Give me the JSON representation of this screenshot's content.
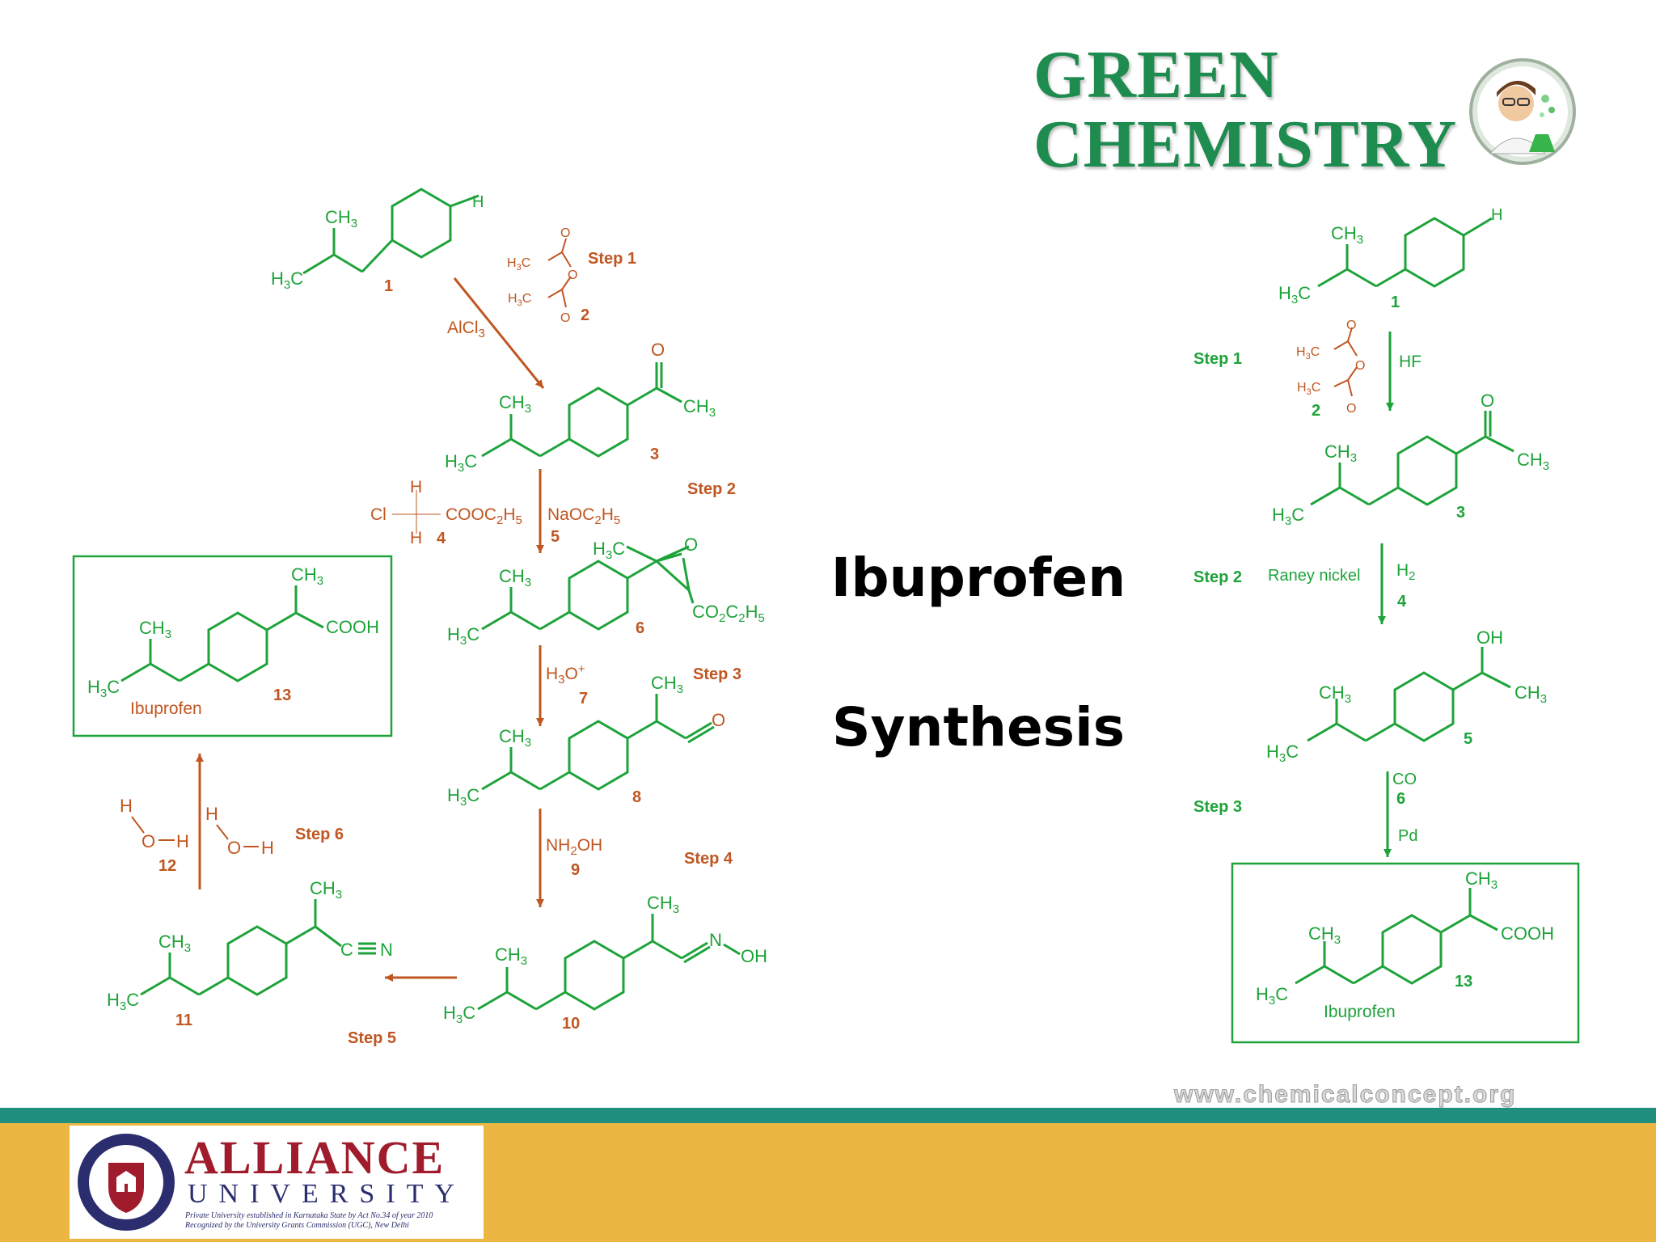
{
  "brand": {
    "line1": "GREEN",
    "line2": "CHEMISTRY"
  },
  "slide_title": {
    "line1": "Ibuprofen",
    "line2": "Synthesis"
  },
  "watermark": "www.chemicalconcept.org",
  "university": {
    "name": "ALLIANCE",
    "sub": "UNIVERSITY",
    "note1": "Private University established in Karnataka State by Act No.34 of year 2010",
    "note2": "Recognized by the University Grants Commission (UGC), New Delhi"
  },
  "labels": {
    "step1": "Step 1",
    "step2": "Step 2",
    "step3": "Step 3",
    "step4": "Step 4",
    "step5": "Step 5",
    "step6": "Step 6",
    "n1": "1",
    "n2": "2",
    "n3": "3",
    "n4": "4",
    "n5": "5",
    "n6": "6",
    "n7": "7",
    "n8": "8",
    "n9": "9",
    "n10": "10",
    "n11": "11",
    "n12": "12",
    "n13": "13",
    "ibuprofen": "Ibuprofen",
    "H": "H",
    "O": "O",
    "OH": "OH",
    "N": "N",
    "Cl": "Cl",
    "COOH": "COOH",
    "CO": "CO",
    "HF": "HF",
    "Pd": "Pd",
    "raney": "Raney nickel"
  },
  "colors": {
    "green": "#1ea33a",
    "brown": "#c05621",
    "brand_green": "#1e8b4f",
    "teal": "#218f7d",
    "gold": "#ebb642"
  }
}
